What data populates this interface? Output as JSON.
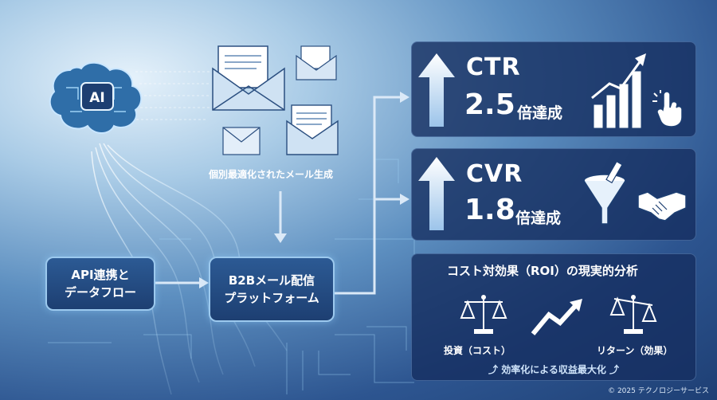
{
  "ai_badge": "AI",
  "email_caption": "個別最適化されたメール生成",
  "api_box": {
    "line1": "API連携と",
    "line2": "データフロー"
  },
  "platform_box": {
    "line1": "B2Bメール配信",
    "line2": "プラットフォーム"
  },
  "ctr": {
    "name": "CTR",
    "value": "2.5",
    "suffix": "倍達成"
  },
  "cvr": {
    "name": "CVR",
    "value": "1.8",
    "suffix": "倍達成"
  },
  "roi": {
    "title": "コスト対効果（ROI）の現実的分析",
    "investment": "投資（コスト）",
    "return": "リターン（効果）",
    "bottom": "効率化による収益最大化"
  },
  "footer": "© 2025 テクノロジーサービス",
  "icons": [
    "brain-icon",
    "envelope-icon",
    "arrow-up-icon",
    "bar-chart-icon",
    "cursor-hand-icon",
    "funnel-icon",
    "handshake-icon",
    "scale-icon",
    "trend-arrow-icon"
  ],
  "colors": {
    "accent": "#9cc9ee",
    "card": "#14305f",
    "arrow": "#dbe9f7"
  }
}
